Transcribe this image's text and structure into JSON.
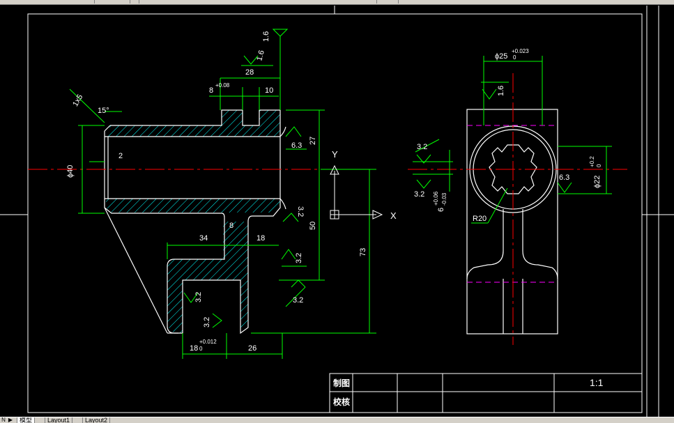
{
  "colors": {
    "background": "#000000",
    "outline": "#ffffff",
    "dimension": "#00ff00",
    "centerline": "#ff0000",
    "hatch": "#00ffff",
    "hidden": "#ff00ff",
    "dimtext": "#ffffff"
  },
  "front_view": {
    "dims": {
      "d_40": "ϕ40",
      "d_2": "2",
      "d_15deg": "15°",
      "chamfer": "1x5",
      "d_8": "8",
      "d_8_tol": "+0.08",
      "d_10": "10",
      "d_28": "28",
      "d_27": "27",
      "d_50": "50",
      "d_73": "73",
      "d_34": "34",
      "d_8b": "8",
      "d_18": "18",
      "d_18b": "18",
      "d_18b_tol": "+0.012",
      "d_18b_tol0": "0",
      "d_26": "26"
    },
    "roughness": {
      "r_top1": "1.6",
      "r_top2": "1.6",
      "r_63": "6.3",
      "r_32a": "3.2",
      "r_32b": "3.2",
      "r_32c": "3.2",
      "r_32d": "3.2",
      "r_32e": "3.2"
    }
  },
  "ucs": {
    "x_label": "X",
    "y_label": "Y"
  },
  "side_view": {
    "dims": {
      "d_25": "ϕ25",
      "d_25_tol": "+0.023",
      "d_25_tol0": "0",
      "d_22": "ϕ22",
      "d_22_tol": "+0.2",
      "d_22_tol0": "0",
      "d_6": "6",
      "d_6_tol": "+0.06",
      "d_6_tol2": "-0.03",
      "r20": "R20"
    },
    "roughness": {
      "r_16": "1.6",
      "r_32a": "3.2",
      "r_32b": "3.2",
      "r_63": "6.3"
    }
  },
  "title_block": {
    "drawn_by": "制图",
    "checked_by": "校核",
    "scale": "1:1"
  },
  "tabs": {
    "model": "模型",
    "layout1": "Layout1",
    "layout2": "Layout2"
  }
}
